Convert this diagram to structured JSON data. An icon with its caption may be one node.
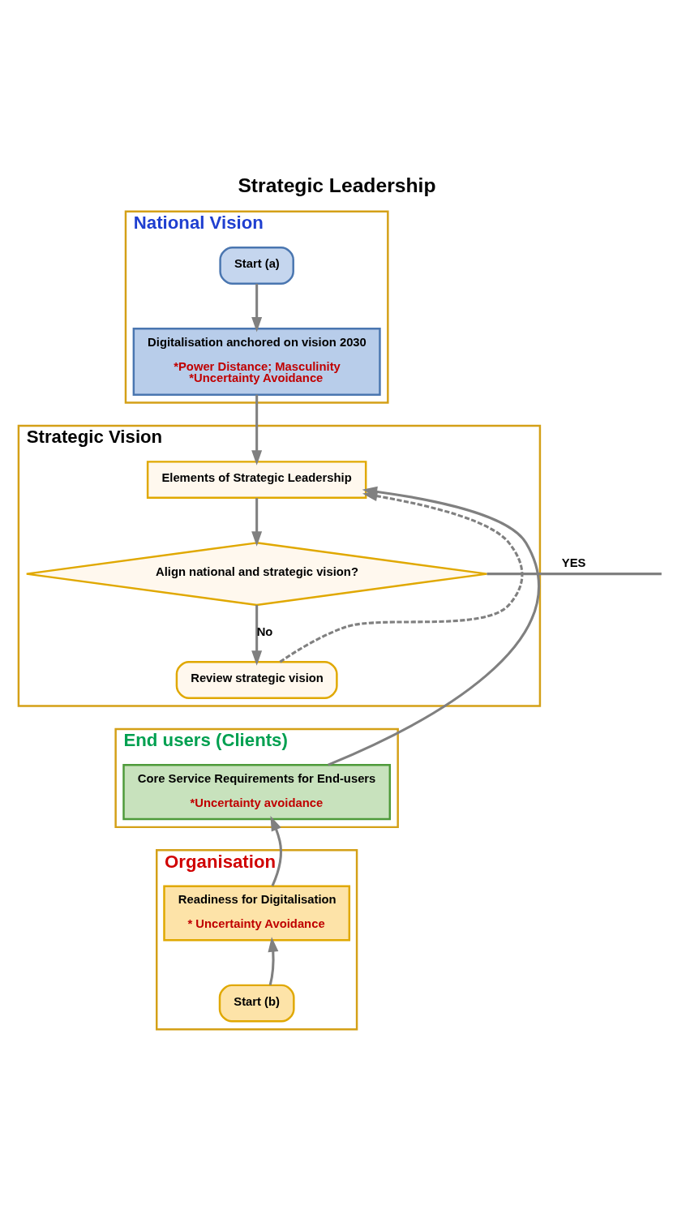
{
  "diagram": {
    "title": "Strategic Leadership",
    "nodes": [
      {
        "text": [
          "National Vision"
        ]
      },
      {
        "text": [
          "Start (a)"
        ],
        "in": 0
      },
      {
        "text": [
          "Digitalisation anchored on vision 2030",
          "*Power Distance; Masculinity",
          "*Uncertainty Avoidance"
        ],
        "in": 0
      },
      {
        "text": [
          "Strategic Vision"
        ]
      },
      {
        "text": [
          "Elements of Strategic Leadership"
        ],
        "in": 3
      },
      {
        "text": [
          "Align national and strategic vision?"
        ],
        "in": 3
      },
      {
        "text": [
          "Review strategic vision"
        ],
        "in": 3
      },
      {
        "text": [
          "End users (Clients)"
        ]
      },
      {
        "text": [
          "Core Service Requirements for End-users",
          "*Uncertainty avoidance"
        ],
        "in": 7
      },
      {
        "text": [
          "Organisation"
        ]
      },
      {
        "text": [
          "Readiness for Digitalisation",
          "* Uncertainty Avoidance"
        ],
        "in": 9
      },
      {
        "text": [
          "Start (b)"
        ],
        "in": 9
      }
    ],
    "edges": [
      {
        "from": 1,
        "to": 2,
        "arrow": "to"
      },
      {
        "from": 2,
        "to": 4,
        "arrow": "to"
      },
      {
        "from": 4,
        "to": 5,
        "arrow": "to"
      },
      {
        "from": 5,
        "to": null,
        "arrow": "none",
        "label": "YES"
      },
      {
        "from": 5,
        "to": 6,
        "arrow": "to",
        "label": "No"
      },
      {
        "from": 6,
        "to": 4,
        "arrow": "to",
        "style": "dashed"
      },
      {
        "from": 8,
        "to": 4,
        "arrow": "to"
      },
      {
        "from": 10,
        "to": 8,
        "arrow": "to"
      },
      {
        "from": 11,
        "to": 10,
        "arrow": "to"
      }
    ]
  }
}
